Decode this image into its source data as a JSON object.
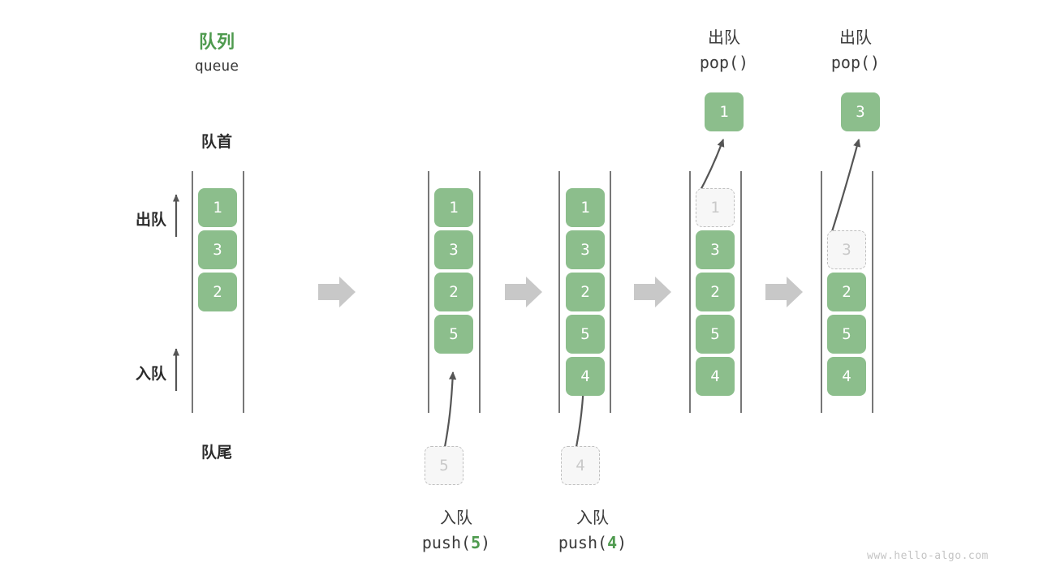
{
  "header": {
    "title_cn": "队列",
    "title_en": "queue",
    "front_label": "队首",
    "rear_label": "队尾",
    "dequeue_dir_label": "出队",
    "enqueue_dir_label": "入队"
  },
  "watermark": "www.hello-algo.com",
  "colors": {
    "accent_green": "#4E9A4E",
    "cell_green": "#8CBE8C",
    "ghost_fill": "#F7F7F7",
    "ghost_border": "#BFBFBF",
    "rail": "#555555",
    "connector_arrow": "#C8C8C8",
    "text_dark": "#2B2B2B",
    "watermark": "#C4C4C4"
  },
  "columns": [
    {
      "id": "initial",
      "caption_cn": "",
      "caption_code": "",
      "cells": [
        {
          "value": "1",
          "state": "filled"
        },
        {
          "value": "3",
          "state": "filled"
        },
        {
          "value": "2",
          "state": "filled"
        }
      ],
      "popped": null,
      "incoming": null
    },
    {
      "id": "push-5",
      "caption_cn": "入队",
      "caption_code_prefix": "push(",
      "caption_code_value": "5",
      "caption_code_suffix": ")",
      "cells": [
        {
          "value": "1",
          "state": "filled"
        },
        {
          "value": "3",
          "state": "filled"
        },
        {
          "value": "2",
          "state": "filled"
        },
        {
          "value": "5",
          "state": "filled"
        }
      ],
      "popped": null,
      "incoming": {
        "value": "5",
        "state": "ghost"
      }
    },
    {
      "id": "push-4",
      "caption_cn": "入队",
      "caption_code_prefix": "push(",
      "caption_code_value": "4",
      "caption_code_suffix": ")",
      "cells": [
        {
          "value": "1",
          "state": "filled"
        },
        {
          "value": "3",
          "state": "filled"
        },
        {
          "value": "2",
          "state": "filled"
        },
        {
          "value": "5",
          "state": "filled"
        },
        {
          "value": "4",
          "state": "filled"
        }
      ],
      "popped": null,
      "incoming": {
        "value": "4",
        "state": "ghost"
      }
    },
    {
      "id": "pop-1",
      "header_cn": "出队",
      "header_code": "pop()",
      "cells": [
        {
          "value": "1",
          "state": "ghost"
        },
        {
          "value": "3",
          "state": "filled"
        },
        {
          "value": "2",
          "state": "filled"
        },
        {
          "value": "5",
          "state": "filled"
        },
        {
          "value": "4",
          "state": "filled"
        }
      ],
      "popped": {
        "value": "1",
        "state": "filled"
      },
      "incoming": null
    },
    {
      "id": "pop-3",
      "header_cn": "出队",
      "header_code": "pop()",
      "cells": [
        {
          "value": "",
          "state": "empty"
        },
        {
          "value": "3",
          "state": "ghost"
        },
        {
          "value": "2",
          "state": "filled"
        },
        {
          "value": "5",
          "state": "filled"
        },
        {
          "value": "4",
          "state": "filled"
        }
      ],
      "popped": {
        "value": "3",
        "state": "filled"
      },
      "incoming": null
    }
  ],
  "connectors": [
    {
      "name": "step-arrow-1"
    },
    {
      "name": "step-arrow-2"
    },
    {
      "name": "step-arrow-3"
    },
    {
      "name": "step-arrow-4"
    }
  ]
}
